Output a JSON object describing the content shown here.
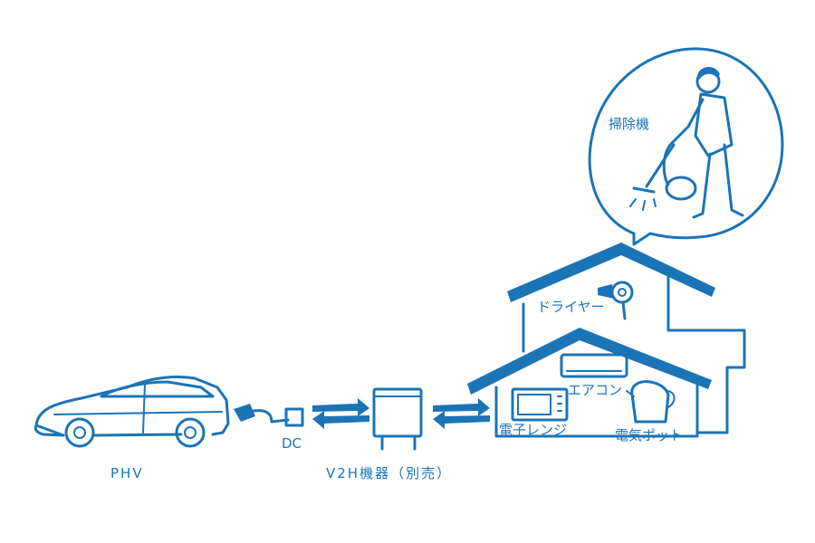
{
  "labels": {
    "phv": "PHV",
    "dc": "DC",
    "v2h": "V2H機器（別売）",
    "dryer": "ドライヤー",
    "aircon": "エアコン",
    "microwave": "電子レンジ",
    "kettle": "電気ポット",
    "vacuum": "掃除機"
  },
  "colors": {
    "ink": "#1b74b6",
    "background": "#ffffff"
  }
}
